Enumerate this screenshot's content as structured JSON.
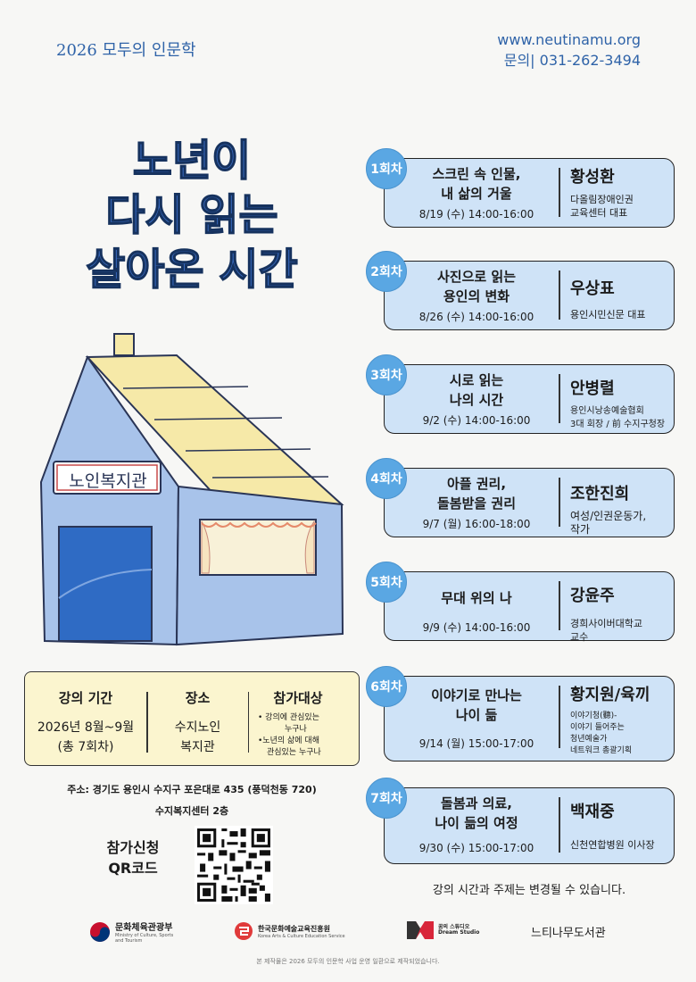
{
  "header": {
    "series": "2026 모두의 인문학",
    "website": "www.neutinamu.org",
    "phone": "문의| 031-262-3494"
  },
  "title": {
    "line1": "노년이",
    "line2": "다시 읽는",
    "line3": "살아온 시간"
  },
  "house": {
    "sign": "노인복지관",
    "colors": {
      "wall": "#a8c3ea",
      "roof": "#f6e9a8",
      "door": "#2f6bc4",
      "outline": "#2a3556"
    }
  },
  "info": {
    "period_label": "강의 기간",
    "period_line1": "2026년 8월~9월",
    "period_line2": "(총 7회차)",
    "venue_label": "장소",
    "venue_line1": "수지노인",
    "venue_line2": "복지관",
    "target_label": "참가대상",
    "target_lines": [
      "• 강의에 관심있는",
      "누구나",
      "•노년의 삶에 대해",
      "관심있는 누구나"
    ]
  },
  "address": {
    "line1": "주소:  경기도 용인시 수지구 포은대로 435 (풍덕천동 720)",
    "line2": "수지복지센터 2층"
  },
  "apply": {
    "line1": "참가신청",
    "line2": "QR코드"
  },
  "sessions": [
    {
      "badge": "1회차",
      "topic1": "스크린 속 인물,",
      "topic2": "내 삶의 거울",
      "time": "8/19 (수) 14:00-16:00",
      "name": "황성환",
      "role": [
        "다올림장애인권",
        "교육센터 대표"
      ]
    },
    {
      "badge": "2회차",
      "topic1": "사진으로 읽는",
      "topic2": "용인의 변화",
      "time": "8/26 (수) 14:00-16:00",
      "name": "우상표",
      "role": [
        "",
        "용인시민신문 대표"
      ]
    },
    {
      "badge": "3회차",
      "topic1": "시로 읽는",
      "topic2": "나의 시간",
      "time": "9/2 (수) 14:00-16:00",
      "name": "안병렬",
      "role": [
        "용인시낭송예술협회",
        "3대 회장 / 前 수지구청장"
      ]
    },
    {
      "badge": "4회차",
      "topic1": "아플 권리,",
      "topic2": "돌봄받을 권리",
      "time": "9/7 (월) 16:00-18:00",
      "name": "조한진희",
      "role": [
        "여성/인권운동가,",
        "작가"
      ]
    },
    {
      "badge": "5회차",
      "topic1": "무대 위의 나",
      "topic2": "",
      "time": "9/9 (수) 14:00-16:00",
      "name": "강윤주",
      "role": [
        "경희사이버대학교",
        "교수"
      ]
    },
    {
      "badge": "6회차",
      "topic1": "이야기로 만나는",
      "topic2": "나이 듦",
      "time": "9/14 (월) 15:00-17:00",
      "name": "황지원/육끼",
      "role": [
        "이야기청(聽)-",
        "이야기 들어주는",
        "청년예술가",
        "네트워크 총괄기획"
      ]
    },
    {
      "badge": "7회차",
      "topic1": "돌봄과 의료,",
      "topic2": "나이 듦의 여정",
      "time": "9/30 (수) 15:00-17:00",
      "name": "백재중",
      "role": [
        "",
        "신천연합병원 이사장"
      ]
    }
  ],
  "notice": "강의 시간과 주제는 변경될 수 있습니다.",
  "logos": {
    "mcst": "문화체육관광부",
    "mcst_en": "Ministry of Culture, Sports and Tourism",
    "arte": "한국문화예술교육진흥원",
    "arte_en": "Korea Arts & Culture Education Service",
    "dream1": "꿈의 스튜디오",
    "dream2": "Dream Studio",
    "library": "느티나무도서관"
  },
  "footer": "본 제작물은 2026 모두의 인문학 사업 운영 일환으로 제작되었습니다.",
  "colors": {
    "accent": "#3a6cc2",
    "card": "#cfe3f7",
    "badge": "#5aa7e3",
    "infobox": "#fbf5cf"
  }
}
